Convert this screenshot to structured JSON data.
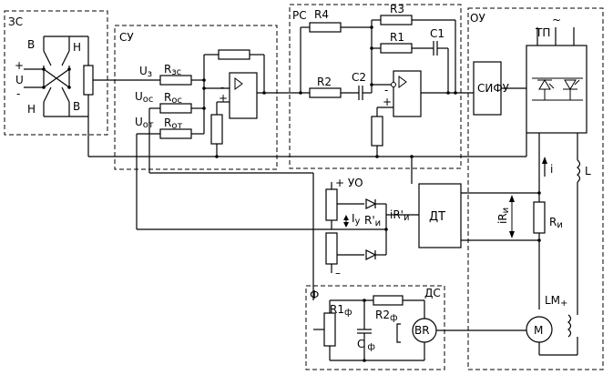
{
  "blocks": {
    "zs": "ЗС",
    "su": "СУ",
    "rs": "РС",
    "ou": "ОУ",
    "f": "Ф",
    "ds": "ДС"
  },
  "zs": {
    "switch_b_top": "В",
    "switch_h_top": "Н",
    "switch_h_bot": "Н",
    "switch_b_bot": "В",
    "plus": "+",
    "u": "U",
    "minus": "-"
  },
  "su": {
    "u_z": "U",
    "u_z_sub": "з",
    "r_zs": "R",
    "r_zs_sub": "зс",
    "u_os": "U",
    "u_os_sub": "ос",
    "r_os": "R",
    "r_os_sub": "ос",
    "u_ot": "U",
    "u_ot_sub": "от",
    "r_ot": "R",
    "r_ot_sub": "от",
    "minus": "-",
    "plus": "+"
  },
  "rs": {
    "r4": "R4",
    "r3": "R3",
    "r1": "R1",
    "c1": "C1",
    "r2": "R2",
    "c2": "C2",
    "minus": "-",
    "plus": "+"
  },
  "ou": {
    "sifu": "СИФУ",
    "tp": "ТП",
    "ac": "~",
    "i": "i",
    "l": "L",
    "r_i": "R",
    "r_i_sub": "и",
    "lm": "LM",
    "lm_plus": "+",
    "motor": "M"
  },
  "uo": {
    "label": "+ УО",
    "i_y": "I",
    "i_y_sub": "у",
    "r_i_prime": "R'",
    "r_i_prime_sub": "и",
    "ir_i_prime": "iR'",
    "ir_i_prime_sub": "и",
    "dt": "ДТ",
    "ir_i": "iR",
    "ir_i_sub": "и",
    "minus": "–"
  },
  "filter": {
    "r1": "R1",
    "r1_sub": "ф",
    "r2": "R2",
    "r2_sub": "ф",
    "c": "C",
    "c_sub": "ф",
    "br": "BR"
  }
}
